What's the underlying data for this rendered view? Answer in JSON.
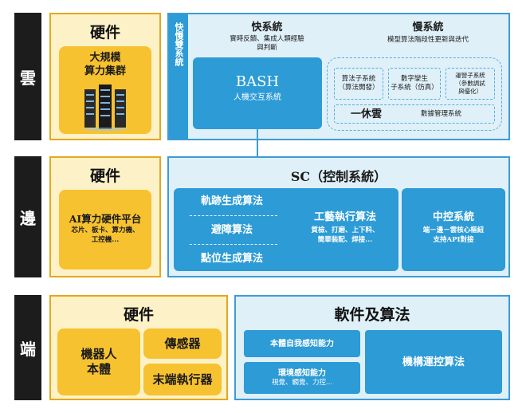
{
  "cloud": {
    "label": "雲",
    "hardware_title": "硬件",
    "hardware_box": [
      "大規模",
      "算力集群"
    ],
    "dual_system_label": "快慢雙系統",
    "fast_title": "快系統",
    "fast_desc": [
      "實時反饋、集成人類經驗",
      "與判斷"
    ],
    "slow_title": "慢系統",
    "slow_desc": "模型算法階段性更新與迭代",
    "bash_title": "BASH",
    "bash_sub": "人機交互系統",
    "sub1": [
      "算法子系統",
      "（算法開發）"
    ],
    "sub2": [
      "數字孿生",
      "子系統（仿真）"
    ],
    "sub3": [
      "運營子系統",
      "（參數調試",
      "與優化）"
    ],
    "yixiuyun": "一休雲",
    "data_mgmt": "數據管理系統"
  },
  "edge": {
    "label": "邊",
    "hardware_title": "硬件",
    "platform_title": "AI算力硬件平台",
    "platform_desc": [
      "芯片、板卡、算力機、",
      "工控機..."
    ],
    "sc_title": "SC（控制系統）",
    "algo1": "軌跡生成算法",
    "algo2": "避障算法",
    "algo3": "點位生成算法",
    "craft_title": "工藝執行算法",
    "craft_desc": [
      "質檢、打磨、上下料、",
      "簡單裝配、焊接..."
    ],
    "central_title": "中控系統",
    "central_desc": [
      "端－邊－雲核心樞紐",
      "支持API對接"
    ]
  },
  "terminal": {
    "label": "端",
    "hardware_title": "硬件",
    "robot_body": [
      "機器人",
      "本體"
    ],
    "sensor": "傳感器",
    "end_effector": "末端執行器",
    "software_title": "軟件及算法",
    "self_sense": "本體自我感知能力",
    "env_sense": "環境感知能力",
    "env_sense_desc": "視覺、觸覺、力控...",
    "motion_control": "機構運控算法"
  },
  "colors": {
    "tier_label_bg": "#1c1c1c",
    "hardware_yellow": "#f7c230",
    "hardware_light": "#fdf1c8",
    "blue": "#2c9bd6",
    "light_blue": "#dff0f9"
  },
  "icons": {
    "server_rack": "server-rack-icon"
  }
}
